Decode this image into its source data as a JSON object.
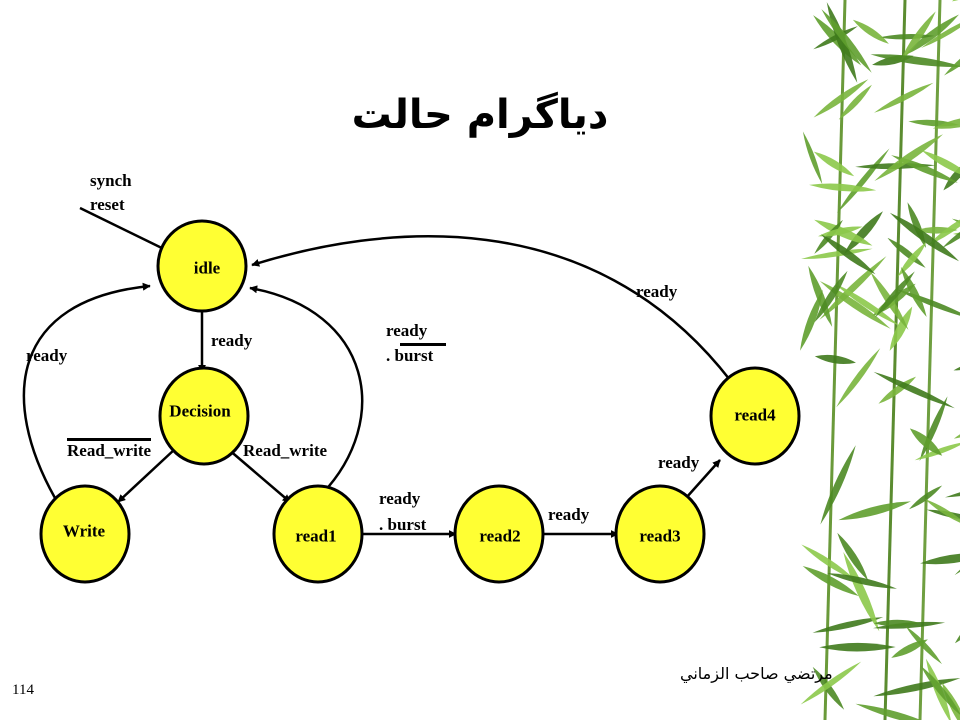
{
  "title": "دیاگرام حالت",
  "states": {
    "idle": "idle",
    "decision": "Decision",
    "write": "Write",
    "read1": "read1",
    "read2": "read2",
    "read3": "read3",
    "read4": "read4"
  },
  "labels": {
    "synch": "synch",
    "reset": "reset",
    "ready_left": "ready",
    "ready_idle_decision": "ready",
    "ready_burst_top_1": "ready",
    "ready_burst_top_2": ". burst",
    "read_write_left": "Read_write",
    "read_write_right": "Read_write",
    "ready_burst_mid_1": "ready",
    "ready_burst_mid_2": ". burst",
    "ready_read2_read3": "ready",
    "ready_read3_read4": "ready",
    "ready_read4_idle": "ready"
  },
  "colors": {
    "state_fill": "#ffff33",
    "stroke": "#000000",
    "foliage": "#5f9e2e"
  },
  "footer": {
    "author": "مرتضي صاحب الزماني",
    "page_number": "114"
  }
}
